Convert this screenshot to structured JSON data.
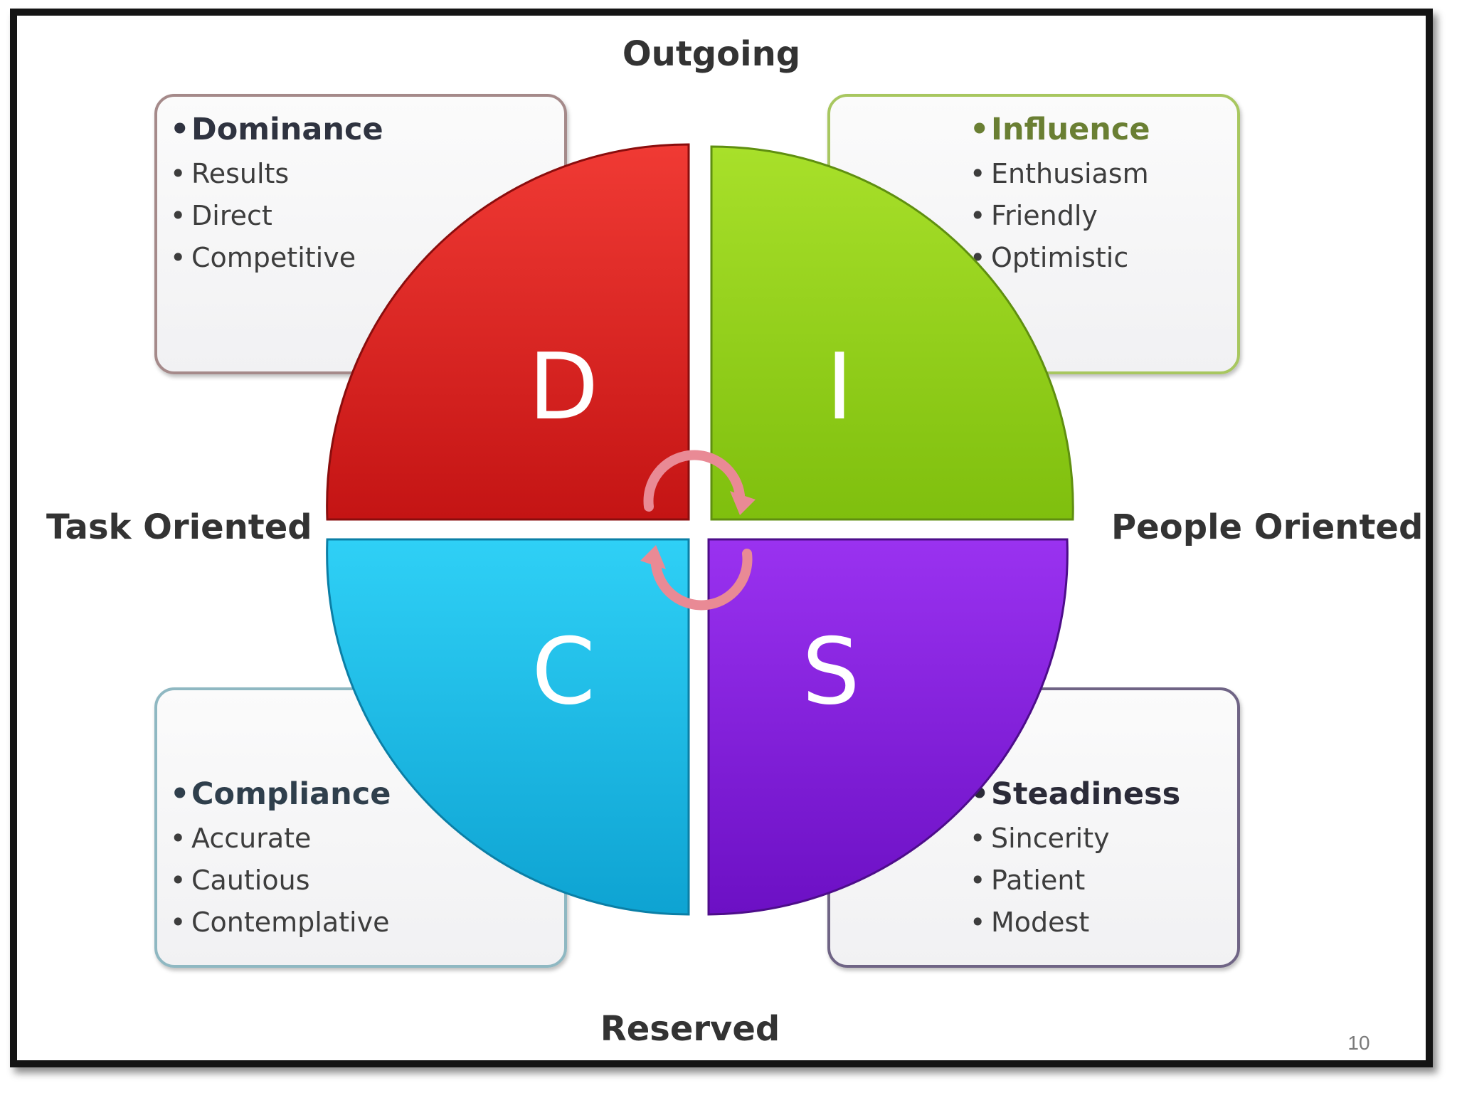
{
  "axes": {
    "top": "Outgoing",
    "bottom": "Reserved",
    "left": "Task Oriented",
    "right": "People Oriented"
  },
  "quadrants": {
    "d": {
      "letter": "D",
      "color": "#e2201f",
      "heading": "Dominance",
      "traits": [
        "Results",
        "Direct",
        "Competitive"
      ]
    },
    "i": {
      "letter": "I",
      "color": "#8fce16",
      "heading": "Influence",
      "traits": [
        "Enthusiasm",
        "Friendly",
        "Optimistic"
      ]
    },
    "c": {
      "letter": "C",
      "color": "#1cbdea",
      "heading": "Compliance",
      "traits": [
        "Accurate",
        "Cautious",
        "Contemplative"
      ]
    },
    "s": {
      "letter": "S",
      "color": "#8a1ee0",
      "heading": "Steadiness",
      "traits": [
        "Sincerity",
        "Patient",
        "Modest"
      ]
    }
  },
  "arrows": {
    "color": "#e98a95",
    "icon": "cycle-arrows"
  },
  "slide_number": "10"
}
